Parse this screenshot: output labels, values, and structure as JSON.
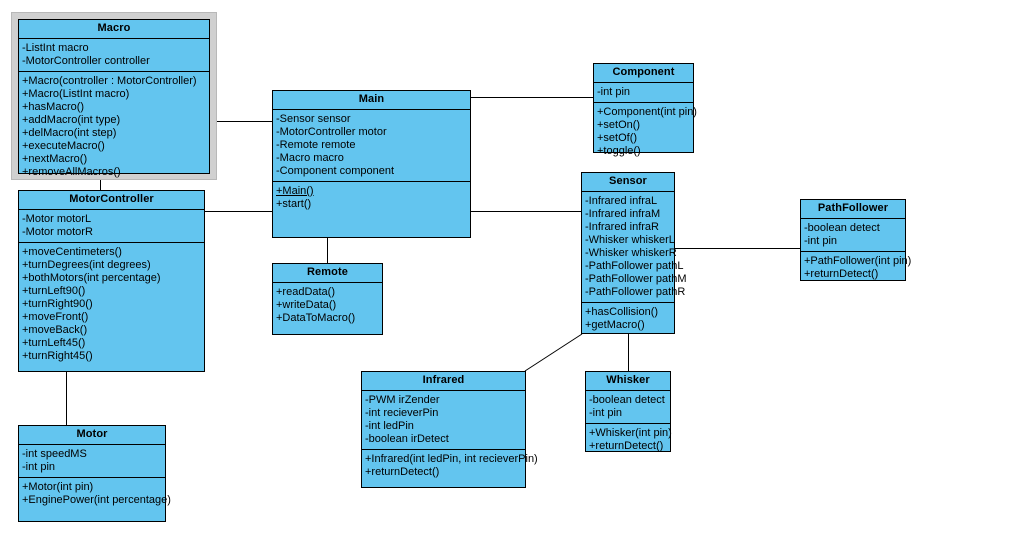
{
  "diagram": {
    "kind": "uml-class-diagram",
    "background_color": "#ffffff",
    "class_fill_color": "#63c5ef",
    "class_border_color": "#000000",
    "selection_color": "#d0d0d0"
  },
  "classes": {
    "macro": {
      "name": "Macro",
      "selected": true,
      "attributes": [
        "-ListInt macro",
        "-MotorController controller"
      ],
      "operations": [
        "+Macro(controller : MotorController)",
        "+Macro(ListInt macro)",
        "+hasMacro()",
        "+addMacro(int type)",
        "+delMacro(int step)",
        "+executeMacro()",
        "+nextMacro()",
        "+removeAllMacros()"
      ]
    },
    "motorcontroller": {
      "name": "MotorController",
      "attributes": [
        "-Motor motorL",
        "-Motor motorR"
      ],
      "operations": [
        "+moveCentimeters()",
        "+turnDegrees(int degrees)",
        "+bothMotors(int percentage)",
        "+turnLeft90()",
        "+turnRight90()",
        "+moveFront()",
        "+moveBack()",
        "+turnLeft45()",
        "+turnRight45()"
      ]
    },
    "motor": {
      "name": "Motor",
      "attributes": [
        "-int speedMS",
        "-int pin"
      ],
      "operations": [
        "+Motor(int pin)",
        "+EnginePower(int percentage)"
      ]
    },
    "main": {
      "name": "Main",
      "attributes": [
        "-Sensor sensor",
        "-MotorController motor",
        "-Remote remote",
        "-Macro macro",
        "-Component component"
      ],
      "operations": [
        "+Main()",
        "+start()"
      ],
      "static_operations": [
        "+Main()"
      ]
    },
    "remote": {
      "name": "Remote",
      "attributes": [],
      "operations": [
        "+readData()",
        "+writeData()",
        "+DataToMacro()"
      ]
    },
    "component": {
      "name": "Component",
      "attributes": [
        "-int pin"
      ],
      "operations": [
        "+Component(int pin)",
        "+setOn()",
        "+setOf()",
        "+toggle()"
      ]
    },
    "sensor": {
      "name": "Sensor",
      "attributes": [
        "-Infrared infraL",
        "-Infrared infraM",
        "-Infrared infraR",
        "-Whisker whiskerL",
        "-Whisker whiskerR",
        "-PathFollower pathL",
        "-PathFollower pathM",
        "-PathFollower pathR"
      ],
      "operations": [
        "+hasCollision()",
        "+getMacro()"
      ]
    },
    "pathfollower": {
      "name": "PathFollower",
      "attributes": [
        "-boolean detect",
        "-int pin"
      ],
      "operations": [
        "+PathFollower(int pin)",
        "+returnDetect()"
      ]
    },
    "infrared": {
      "name": "Infrared",
      "attributes": [
        "-PWM irZender",
        "-int recieverPin",
        "-int ledPin",
        "-boolean irDetect"
      ],
      "operations": [
        "+Infrared(int ledPin, int recieverPin)",
        "+returnDetect()"
      ]
    },
    "whisker": {
      "name": "Whisker",
      "attributes": [
        "-boolean detect",
        "-int pin"
      ],
      "operations": [
        "+Whisker(int pin)",
        "+returnDetect()"
      ]
    }
  },
  "associations": [
    {
      "from": "Macro",
      "to": "Main"
    },
    {
      "from": "Macro",
      "to": "MotorController"
    },
    {
      "from": "MotorController",
      "to": "Main"
    },
    {
      "from": "MotorController",
      "to": "Motor"
    },
    {
      "from": "Main",
      "to": "Remote"
    },
    {
      "from": "Main",
      "to": "Component"
    },
    {
      "from": "Main",
      "to": "Sensor"
    },
    {
      "from": "Sensor",
      "to": "PathFollower"
    },
    {
      "from": "Sensor",
      "to": "Whisker"
    },
    {
      "from": "Sensor",
      "to": "Infrared"
    }
  ]
}
